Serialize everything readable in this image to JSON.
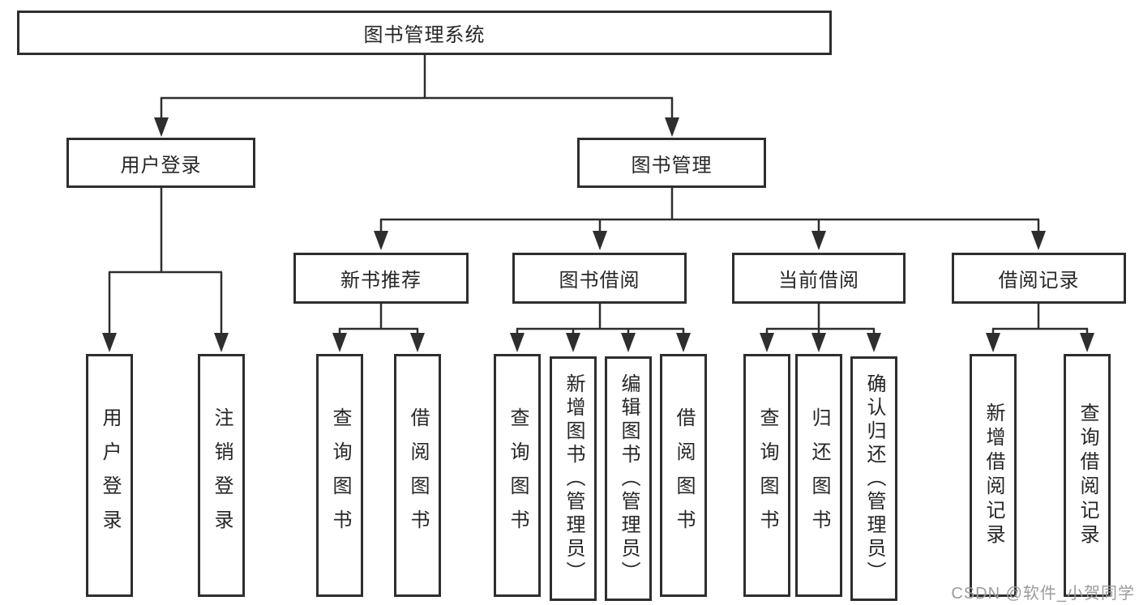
{
  "colors": {
    "line": "#2e2e2e",
    "box_border": "#2e2e2e",
    "text": "#262626",
    "background": "#ffffff",
    "watermark": "#9b9b9b"
  },
  "watermark": "CSDN @软件_小贺同学",
  "tree": {
    "root": {
      "label": "图书管理系统"
    },
    "children": [
      {
        "label": "用户登录",
        "children": [
          {
            "label": "用户登录"
          },
          {
            "label": "注销登录"
          }
        ]
      },
      {
        "label": "图书管理",
        "children": [
          {
            "label": "新书推荐",
            "children": [
              {
                "label": "查询图书"
              },
              {
                "label": "借阅图书"
              }
            ]
          },
          {
            "label": "图书借阅",
            "children": [
              {
                "label": "查询图书"
              },
              {
                "label": "新增图书（管理员）"
              },
              {
                "label": "编辑图书（管理员）"
              },
              {
                "label": "借阅图书"
              }
            ]
          },
          {
            "label": "当前借阅",
            "children": [
              {
                "label": "查询图书"
              },
              {
                "label": "归还图书"
              },
              {
                "label": "确认归还（管理员）"
              }
            ]
          },
          {
            "label": "借阅记录",
            "children": [
              {
                "label": "新增借阅记录"
              },
              {
                "label": "查询借阅记录"
              }
            ]
          }
        ]
      }
    ]
  }
}
